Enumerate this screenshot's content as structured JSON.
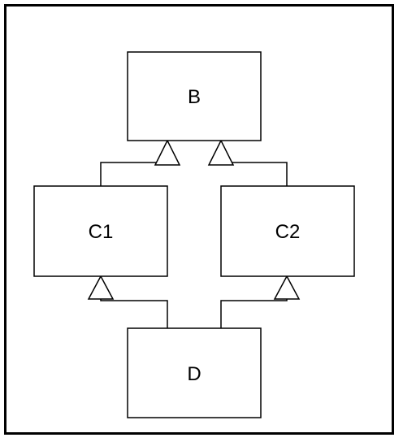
{
  "diagram": {
    "classes": [
      {
        "id": "B",
        "label": "B"
      },
      {
        "id": "C1",
        "label": "C1"
      },
      {
        "id": "C2",
        "label": "C2"
      },
      {
        "id": "D",
        "label": "D"
      }
    ],
    "generalizations": [
      {
        "from": "C1",
        "to": "B"
      },
      {
        "from": "C2",
        "to": "B"
      },
      {
        "from": "D",
        "to": "C1"
      },
      {
        "from": "D",
        "to": "C2"
      }
    ],
    "colors": {
      "line": "#000000",
      "fill": "#ffffff"
    }
  }
}
